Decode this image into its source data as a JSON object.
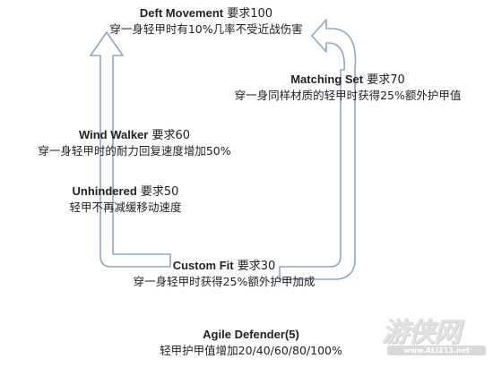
{
  "nodes": {
    "deft_movement": {
      "name": "Deft Movement",
      "requirement": "要求100",
      "description": "穿一身轻甲时有10%几率不受近战伤害"
    },
    "matching_set": {
      "name": "Matching Set",
      "requirement": "要求70",
      "description": "穿一身同样材质的轻甲时获得25%额外护甲值"
    },
    "wind_walker": {
      "name": "Wind Walker",
      "requirement": "要求60",
      "description": "穿一身轻甲时的耐力回复速度增加50%"
    },
    "unhindered": {
      "name": "Unhindered",
      "requirement": "要求50",
      "description": "轻甲不再减缓移动速度"
    },
    "custom_fit": {
      "name": "Custom Fit",
      "requirement": "要求30",
      "description": "穿一身轻甲时获得25%额外护甲加成"
    },
    "agile_defender": {
      "name": "Agile Defender(5)",
      "requirement": "",
      "description": "轻甲护甲值增加20/40/60/80/100%"
    }
  },
  "watermark": {
    "logo_text": "游侠网",
    "url": "www.ALI213.net"
  },
  "colors": {
    "arrow_fill": "#ffffff",
    "arrow_stroke": "#8ea7c6",
    "text": "#222222"
  }
}
